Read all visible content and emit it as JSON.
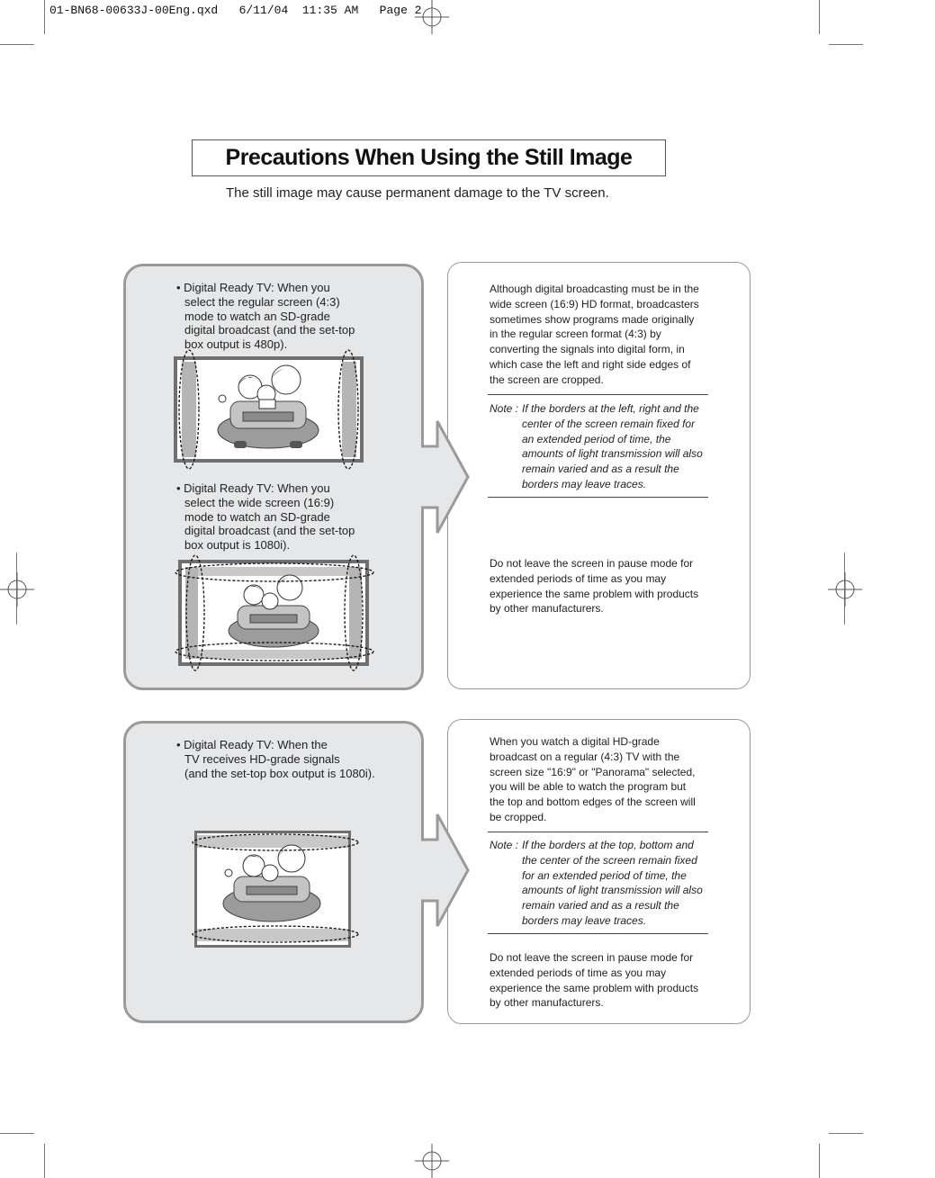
{
  "slug": "01-BN68-00633J-00Eng.qxd   6/11/04  11:35 AM   Page 2",
  "title": "Precautions When Using the Still Image",
  "subtitle": "The still image may cause permanent damage to the TV screen.",
  "section1": {
    "bullet1": [
      "• Digital Ready TV: When you",
      "select the regular screen (4:3)",
      "mode to watch an SD-grade",
      "digital broadcast (and the set-top",
      "box output is 480p)."
    ],
    "bullet2": [
      "• Digital Ready TV: When you",
      "select the wide screen (16:9)",
      "mode to watch an SD-grade",
      "digital broadcast (and the set-top",
      "box output is 1080i)."
    ],
    "para": [
      "Although digital broadcasting must be in the",
      "wide screen (16:9) HD format, broadcasters",
      "sometimes show programs made originally",
      "in the regular screen format (4:3) by",
      "converting the signals into digital form, in",
      "which case the left and right side edges of",
      "the screen are cropped."
    ],
    "note_label": "Note :",
    "note": [
      "If the borders at the left, right and the",
      "center of the screen remain fixed for",
      "an extended period of time, the",
      "amounts of light transmission will also",
      "remain varied and as a result the",
      "borders may leave traces."
    ],
    "pause": [
      "Do not leave the screen in pause mode for",
      "extended periods of time as you may",
      "experience the same problem with products",
      "by other manufacturers."
    ]
  },
  "section2": {
    "bullet1": [
      "• Digital Ready TV: When the",
      "TV receives HD-grade signals",
      "(and the set-top box output is 1080i)."
    ],
    "para": [
      "When you watch a digital HD-grade",
      "broadcast on a regular (4:3) TV with the",
      "screen size \"16:9\" or \"Panorama\" selected,",
      "you will be able to watch the program but",
      "the top and bottom edges of the screen will",
      "be cropped."
    ],
    "note_label": "Note :",
    "note": [
      "If the borders at the top, bottom and",
      "the center of the screen remain fixed",
      "for an extended period of time, the",
      "amounts of light transmission will also",
      "remain varied and as a result the",
      "borders may leave traces."
    ],
    "pause": [
      "Do not leave the screen in pause mode for",
      "extended periods of time as you may",
      "experience the same problem with products",
      "by other manufacturers."
    ]
  },
  "colors": {
    "panel_gray": "#e6e7e9",
    "panel_border": "#9a9a9a",
    "rule": "#444444"
  },
  "icons": [
    "tv-illustration-4-3",
    "tv-illustration-16-9",
    "tv-illustration-hd",
    "arrow-pointer",
    "registration-mark"
  ]
}
